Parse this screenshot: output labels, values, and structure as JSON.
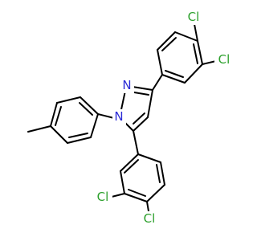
{
  "colors": {
    "carbon_bond": "#000000",
    "nitrogen": "#2b2bd6",
    "chlorine": "#2ca02c",
    "background": "#ffffff"
  },
  "atoms": {
    "n1": "N",
    "n2": "N",
    "cl_top_a": "Cl",
    "cl_top_b": "Cl",
    "cl_bottom_a": "Cl",
    "cl_bottom_b": "Cl"
  }
}
